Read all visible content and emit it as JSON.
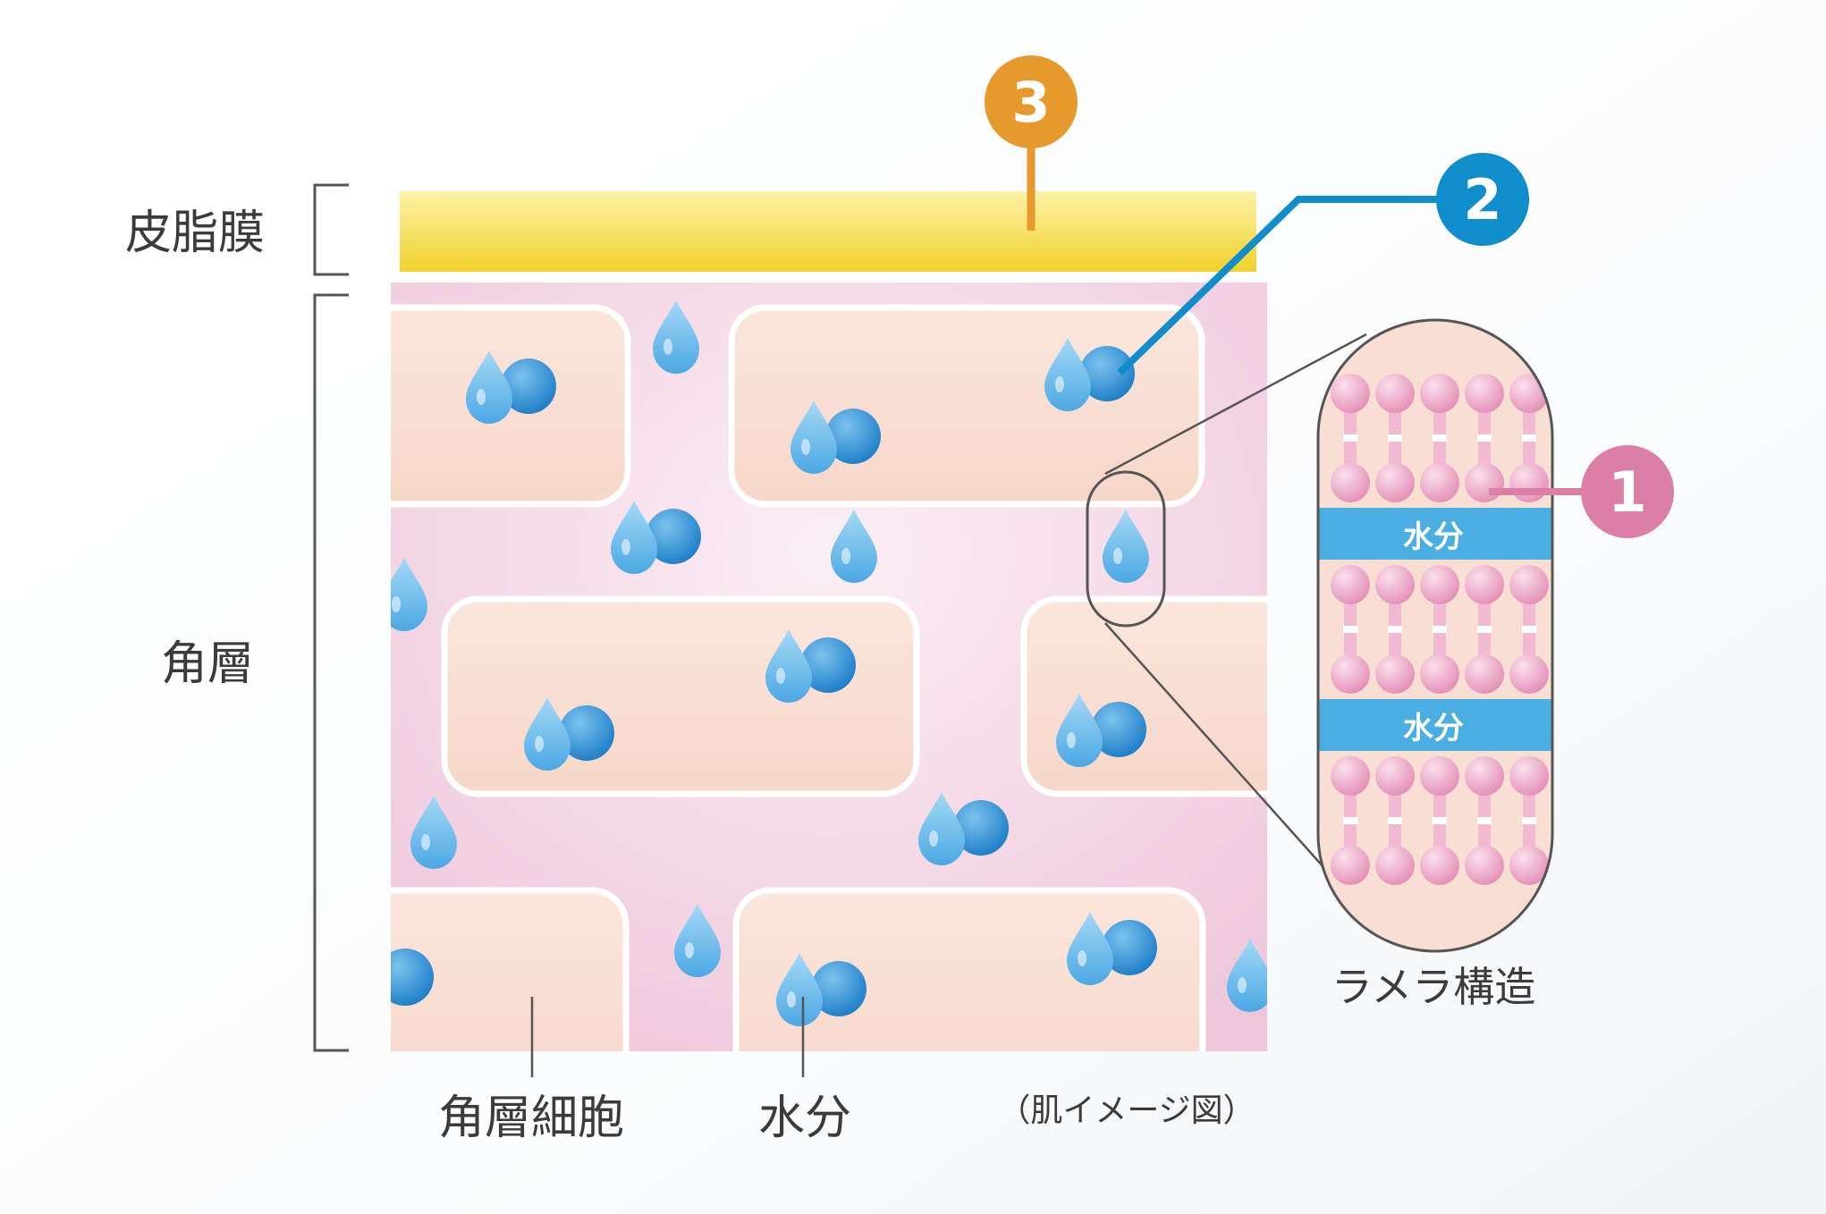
{
  "labels": {
    "sebum_film": "皮脂膜",
    "stratum_corneum": "角層",
    "corneocyte": "角層細胞",
    "water": "水分",
    "image_note": "（肌イメージ図）",
    "lamellar": "ラメラ構造",
    "lamellar_water_1": "水分",
    "lamellar_water_2": "水分"
  },
  "badges": [
    {
      "number": "1",
      "color": "#db7fa7"
    },
    {
      "number": "2",
      "color": "#0f8ecb"
    },
    {
      "number": "3",
      "color": "#e79a2c"
    }
  ],
  "colors": {
    "sebum": "#f2d83c",
    "tissue": "#f1cfe0",
    "cell": "#f9ded3",
    "water_band": "#4aaee2",
    "drop": "#63b4e8",
    "sphere": "#2f8fd6"
  }
}
